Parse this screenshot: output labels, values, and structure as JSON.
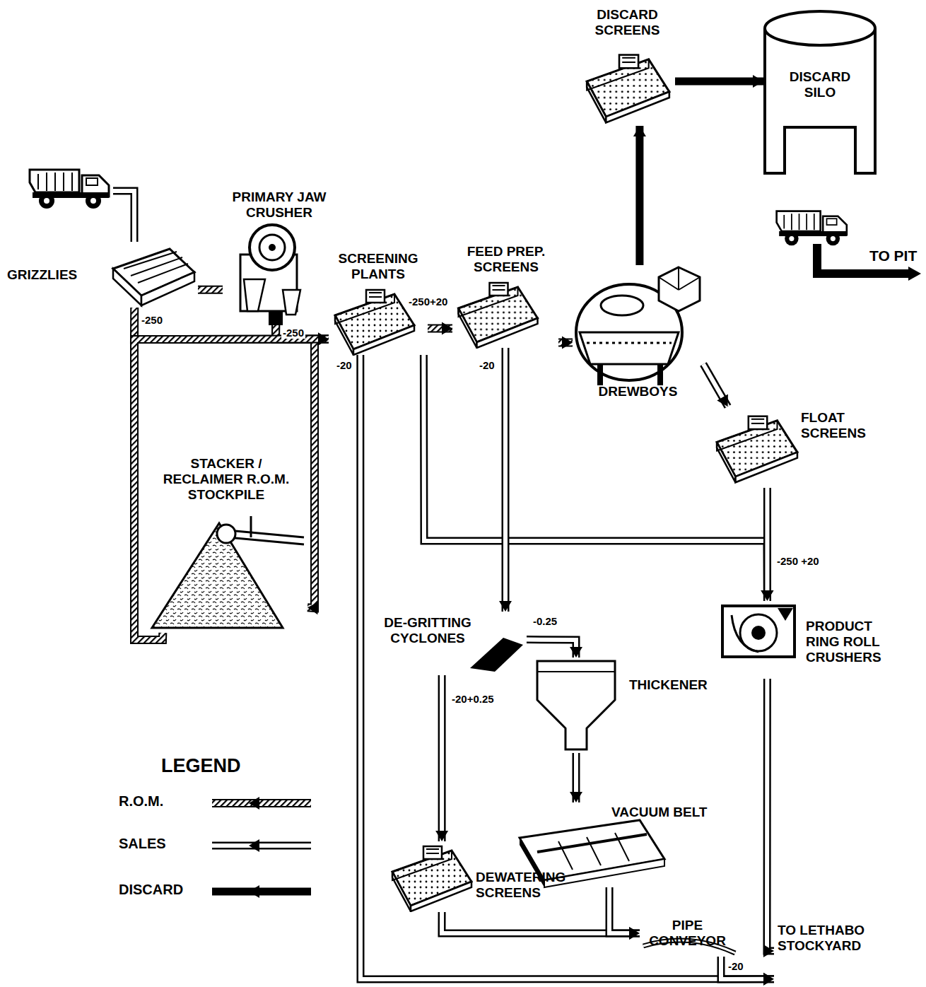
{
  "diagram": {
    "nodes": [
      {
        "text": [
          "GRIZZLIES"
        ]
      },
      {
        "text": [
          "PRIMARY JAW CRUSHER"
        ]
      },
      {
        "text": [
          "STACKER / RECLAIMER R.O.M. STOCKPILE"
        ]
      },
      {
        "text": [
          "SCREENING PLANTS"
        ]
      },
      {
        "text": [
          "FEED PREP. SCREENS"
        ]
      },
      {
        "text": [
          "DREWBOYS"
        ]
      },
      {
        "text": [
          "DISCARD SCREENS"
        ]
      },
      {
        "text": [
          "DISCARD SILO"
        ]
      },
      {
        "text": [
          "FLOAT SCREENS"
        ]
      },
      {
        "text": [
          "PRODUCT RING ROLL CRUSHERS"
        ]
      },
      {
        "text": [
          "DE-GRITTING CYCLONES"
        ]
      },
      {
        "text": [
          "THICKENER"
        ]
      },
      {
        "text": [
          "VACUUM BELT"
        ]
      },
      {
        "text": [
          "DEWATERING SCREENS"
        ]
      },
      {
        "text": [
          "PIPE CONVEYOR"
        ]
      },
      {
        "text": [
          "TO LETHABO STOCKYARD"
        ]
      }
    ],
    "edges": [
      {
        "from": 0,
        "to": 3,
        "label": "-250",
        "arrow": "to"
      },
      {
        "from": 1,
        "to": 3,
        "label": "-250",
        "arrow": "to"
      },
      {
        "from": 1,
        "to": 2,
        "arrow": "to"
      },
      {
        "from": 2,
        "to": 3,
        "arrow": "to"
      },
      {
        "from": 0,
        "to": 1,
        "arrow": "none"
      },
      {
        "from": 3,
        "to": 4,
        "label": "-250+20",
        "arrow": "to"
      },
      {
        "from": 4,
        "to": 5,
        "arrow": "to"
      },
      {
        "from": 3,
        "to": 15,
        "label": "-20",
        "arrow": "to"
      },
      {
        "from": 3,
        "to": 9,
        "arrow": "to"
      },
      {
        "from": 4,
        "to": 10,
        "label": "-20",
        "arrow": "to"
      },
      {
        "from": 5,
        "to": 6,
        "arrow": "to"
      },
      {
        "from": 6,
        "to": 7,
        "arrow": "to"
      },
      {
        "from": 5,
        "to": 8,
        "arrow": "to"
      },
      {
        "from": 8,
        "to": 9,
        "label": "-250 +20",
        "arrow": "to"
      },
      {
        "from": 10,
        "to": 11,
        "label": "-0.25",
        "arrow": "to"
      },
      {
        "from": 10,
        "to": 13,
        "label": "-20+0.25",
        "arrow": "to"
      },
      {
        "from": 11,
        "to": 12,
        "arrow": "to"
      },
      {
        "from": 13,
        "to": 14,
        "arrow": "to"
      },
      {
        "from": 12,
        "to": 14,
        "arrow": "to"
      },
      {
        "from": 14,
        "to": 15,
        "label": "-20",
        "arrow": "to"
      },
      {
        "from": 9,
        "to": 15,
        "arrow": "to"
      }
    ],
    "labels": [
      "TO PIT",
      "LEGEND"
    ],
    "legend": [
      {
        "text": "R.O.M."
      },
      {
        "text": "SALES"
      },
      {
        "text": "DISCARD"
      }
    ]
  }
}
